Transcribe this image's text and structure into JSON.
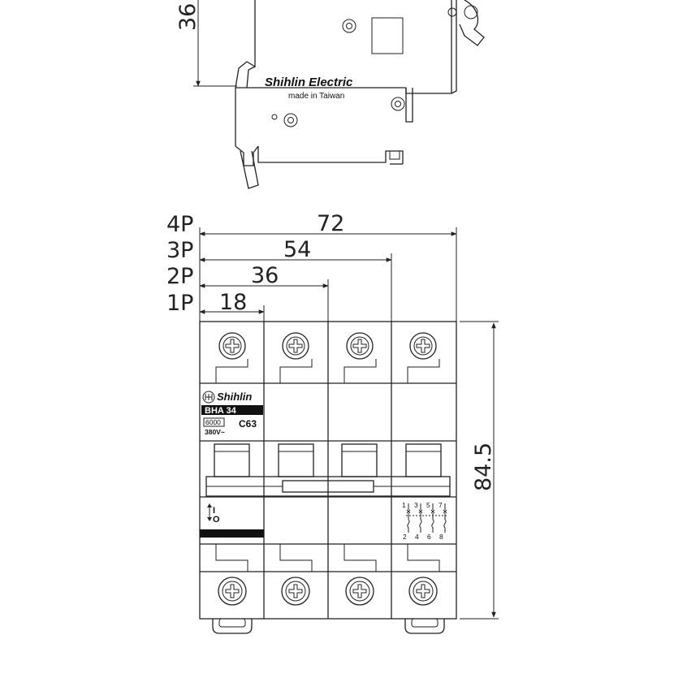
{
  "side_view": {
    "brand": "Shihlin Electric",
    "origin": "made in Taiwan",
    "height_dim": "36"
  },
  "front_view": {
    "width_dims": [
      {
        "poles": "4P",
        "value": "72"
      },
      {
        "poles": "3P",
        "value": "54"
      },
      {
        "poles": "2P",
        "value": "36"
      },
      {
        "poles": "1P",
        "value": "18"
      }
    ],
    "height_dim": "84.5",
    "brand": "Shihlin",
    "model": "BHA 34",
    "breaking_capacity": "6000",
    "rating": "C63",
    "voltage": "380V~",
    "terminal_numbers_top": [
      "1",
      "3",
      "5",
      "7"
    ],
    "terminal_numbers_bottom": [
      "2",
      "4",
      "6",
      "8"
    ],
    "switch_symbol_on": "I",
    "switch_symbol_off": "O"
  }
}
